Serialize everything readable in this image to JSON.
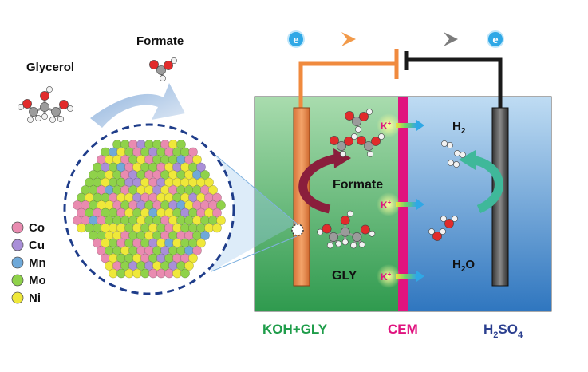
{
  "labels": {
    "formate_top": "Formate",
    "glycerol": "Glycerol",
    "formate_cell": "Formate",
    "gly": "GLY",
    "h2_main": "H",
    "h2_sub": "2",
    "h2o_main": "H",
    "h2o_sub": "2",
    "h2o_tail": "O",
    "electron_left": "e",
    "electron_right": "e",
    "k_ion": "K",
    "k_sup": "+",
    "koh_gly": "KOH+GLY",
    "cem": "CEM",
    "h2so4_a": "H",
    "h2so4_sub1": "2",
    "h2so4_b": "SO",
    "h2so4_sub2": "4"
  },
  "legend": [
    {
      "label": "Co",
      "color": "#e98bb0"
    },
    {
      "label": "Cu",
      "color": "#a98fd8"
    },
    {
      "label": "Mn",
      "color": "#6fa9d9"
    },
    {
      "label": "Mo",
      "color": "#8fd24a"
    },
    {
      "label": "Ni",
      "color": "#efe83a"
    }
  ],
  "colors": {
    "anolyte": "#3fa85a",
    "catholyte": "#3f86c8",
    "membrane": "#e0137f",
    "koh_label": "#1f9d4a",
    "cem_label": "#e0137f",
    "h2so4_label": "#2b3f8f"
  }
}
